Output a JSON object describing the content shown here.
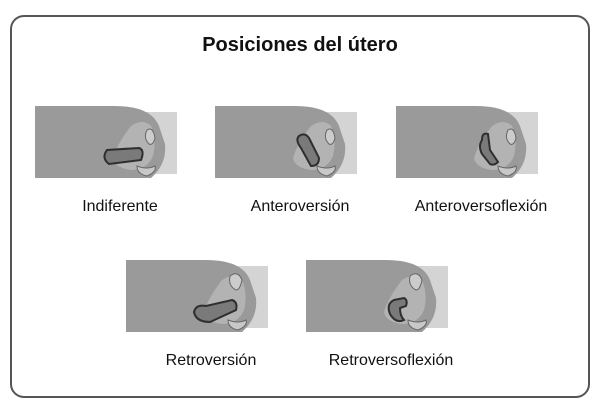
{
  "title": "Posiciones del útero",
  "positions": [
    {
      "label": "Indiferente"
    },
    {
      "label": "Anteroversión"
    },
    {
      "label": "Anteroversoflexión"
    },
    {
      "label": "Retroversión"
    },
    {
      "label": "Retroversoflexión"
    }
  ],
  "colors": {
    "body": "#9a9a9a",
    "leg": "#d4d4d4",
    "organs": "#b3b3b3",
    "uterus_fill": "#7a7a7a",
    "uterus_outline": "#2f2f2f",
    "frame": "#555555"
  }
}
